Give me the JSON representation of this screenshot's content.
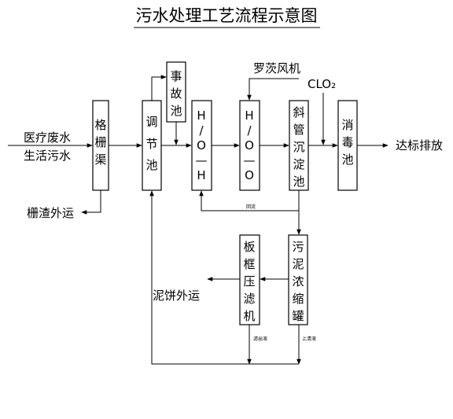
{
  "title": "污水处理工艺流程示意图",
  "inputs": {
    "line1": "医疗废水",
    "line2": "生活污水"
  },
  "boxes": {
    "screen": "格栅渠",
    "equalize": "调节池",
    "accident": "事故池",
    "hoh": "H/O—H",
    "hoo": "H/O—O",
    "settle": "斜管沉淀池",
    "disinfect": "消毒池",
    "thicken": "污泥浓缩罐",
    "press": "板框压滤机"
  },
  "labels": {
    "discharge": "达标排放",
    "screenings": "栅渣外运",
    "blower": "罗茨风机",
    "clo2": "CLO₂",
    "cake": "泥饼外运",
    "return_sludge": "回流",
    "filtrate": "滤出液",
    "supernatant": "上清液"
  }
}
